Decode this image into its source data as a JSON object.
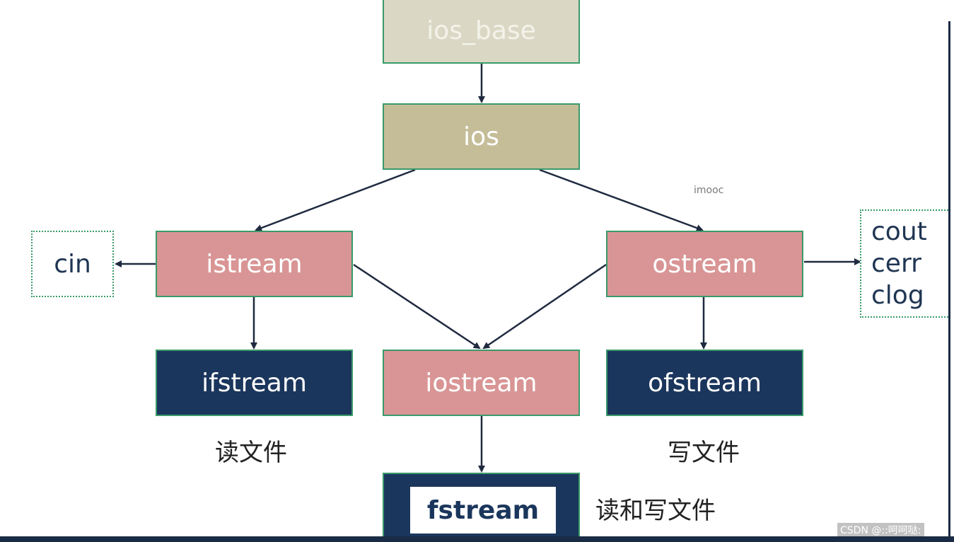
{
  "nodes": {
    "ios_base": "ios_base",
    "ios": "ios",
    "istream": "istream",
    "ostream": "ostream",
    "ifstream": "ifstream",
    "iostream": "iostream",
    "ofstream": "ofstream",
    "fstream": "fstream"
  },
  "side_boxes": {
    "cin": "cin",
    "outputs": [
      "cout",
      "cerr",
      "clog"
    ]
  },
  "captions": {
    "read_file": "读文件",
    "write_file": "写文件",
    "read_write_file": "读和写文件"
  },
  "watermarks": {
    "imooc": "imooc",
    "csdn": "CSDN @::呵呵哒:"
  },
  "colors": {
    "base": "#dad8c4",
    "ios": "#c4bd98",
    "pink": "#d99595",
    "dark_navy": "#1b365c",
    "border_green": "#3a9a6a",
    "arrow": "#1f2a40"
  }
}
